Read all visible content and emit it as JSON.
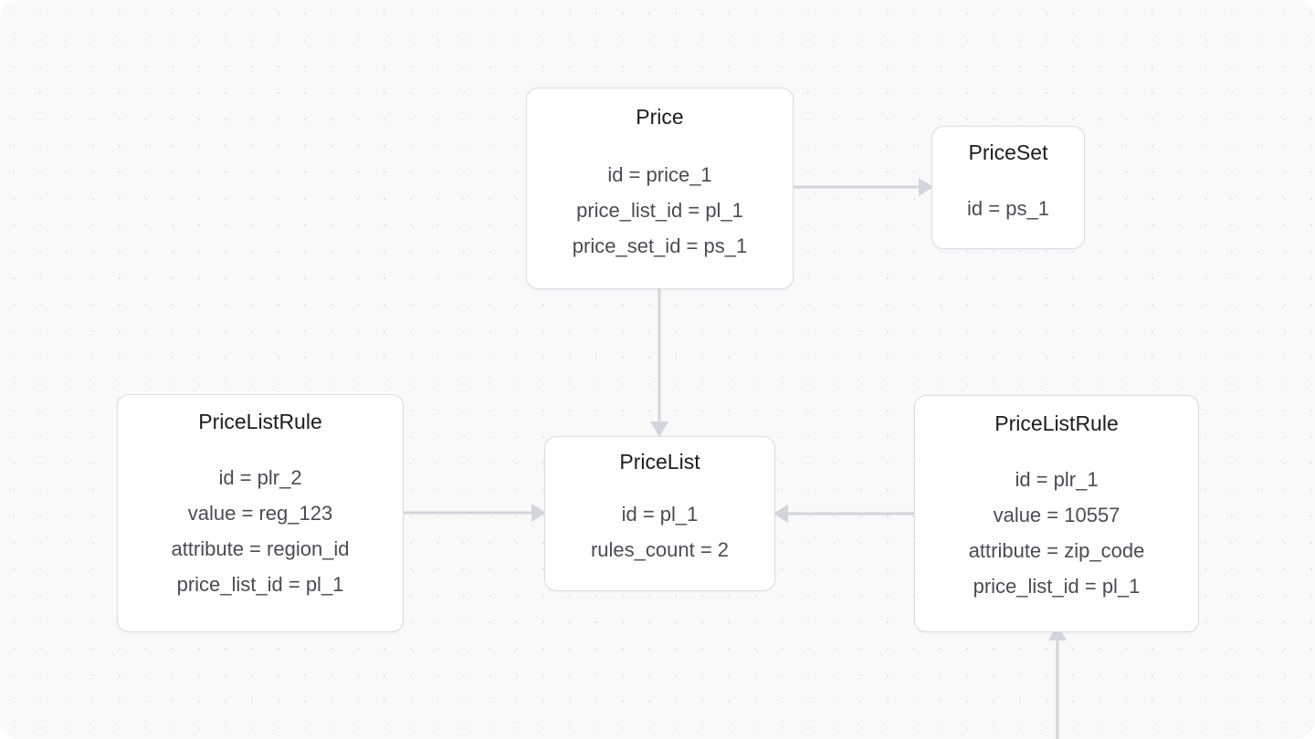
{
  "canvas": {
    "background_color": "#f9f9fa",
    "dot_color": "#e6e6ea",
    "edge_color": "#d4d4dc"
  },
  "nodes": [
    {
      "id": "price",
      "title": "Price",
      "fields": [
        "id = price_1",
        "price_list_id = pl_1",
        "price_set_id = ps_1"
      ]
    },
    {
      "id": "priceset",
      "title": "PriceSet",
      "fields": [
        "id = ps_1"
      ]
    },
    {
      "id": "pricelist",
      "title": "PriceList",
      "fields": [
        "id = pl_1",
        "rules_count = 2"
      ]
    },
    {
      "id": "plr_left",
      "title": "PriceListRule",
      "fields": [
        "id = plr_2",
        "value = reg_123",
        "attribute = region_id",
        "price_list_id = pl_1"
      ]
    },
    {
      "id": "plr_right",
      "title": "PriceListRule",
      "fields": [
        "id = plr_1",
        "value = 10557",
        "attribute = zip_code",
        "price_list_id = pl_1"
      ]
    }
  ],
  "edges": [
    {
      "id": "price-to-priceset",
      "from": "price",
      "to": "priceset",
      "direction": "right"
    },
    {
      "id": "price-to-pricelist",
      "from": "price",
      "to": "pricelist",
      "direction": "down"
    },
    {
      "id": "plr-left-to-pricelist",
      "from": "plr_left",
      "to": "pricelist",
      "direction": "right"
    },
    {
      "id": "plr-right-to-pricelist",
      "from": "plr_right",
      "to": "pricelist",
      "direction": "left"
    },
    {
      "id": "incoming-to-plr-right",
      "from": "",
      "to": "plr_right",
      "direction": "up"
    }
  ]
}
